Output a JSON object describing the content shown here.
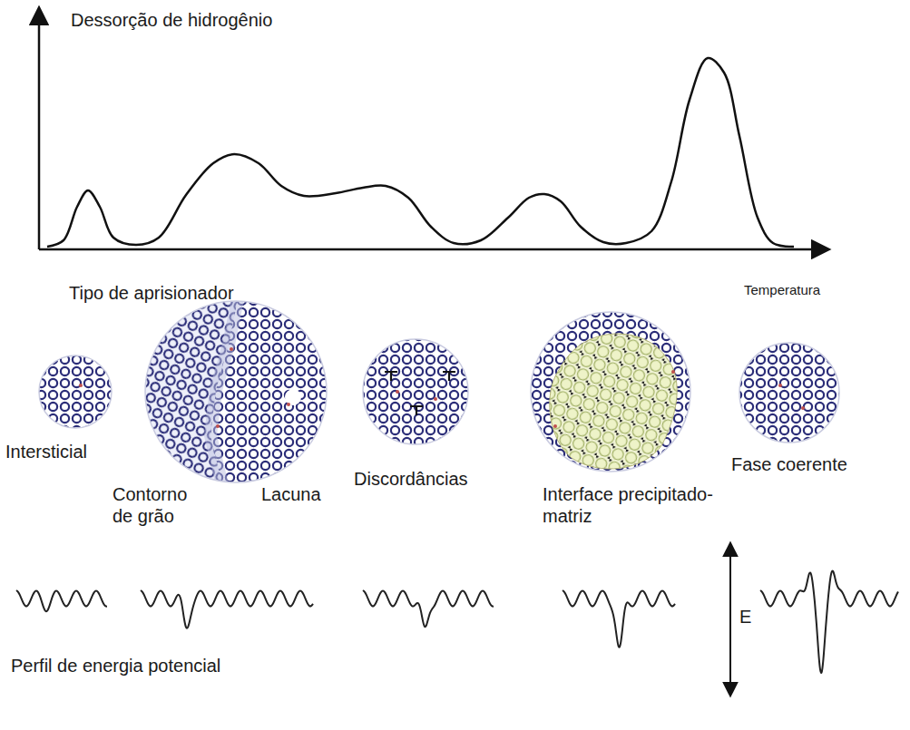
{
  "diagram": {
    "labels": [
      "Dessorção de hidrogênio",
      "Temperatura",
      "Tipo de aprisionador",
      "Intersticial",
      "Contorno de grão",
      "Lacuna",
      "Discordâncias",
      "Interface precipitado-matriz",
      "Fase coerente",
      "Perfil de energia potencial",
      "E"
    ]
  }
}
